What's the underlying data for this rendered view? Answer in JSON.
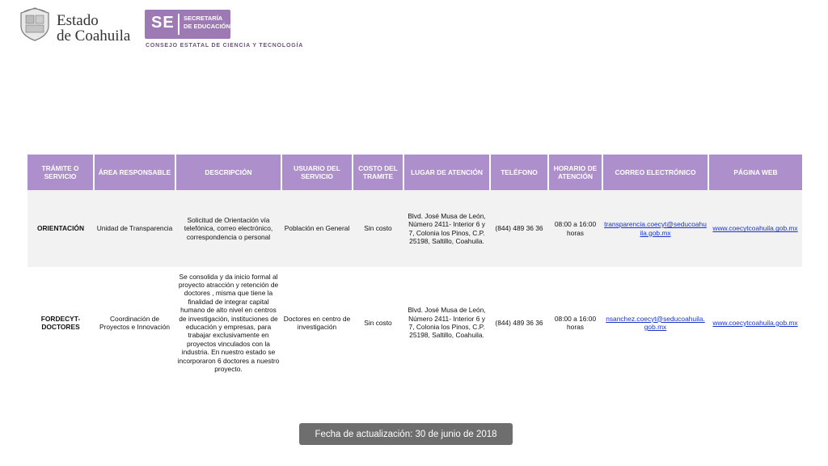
{
  "header": {
    "estado_title": "Estado\nde Coahuila",
    "se_mark": "SE",
    "se_text": "SECRETARÍA\nDE EDUCACIÓN",
    "consejo": "CONSEJO ESTATAL DE CIENCIA Y TECNOLOGÍA",
    "brand_color": "#9d7ab3"
  },
  "table": {
    "header_color": "#ad8fcc",
    "columns": [
      "TRÁMITE O SERVICIO",
      "ÁREA RESPONSABLE",
      "DESCRIPCIÓN",
      "USUARIO DEL SERVICIO",
      "COSTO DEL TRAMITE",
      "LUGAR DE ATENCIÓN",
      "TELÉFONO",
      "HORARIO DE ATENCIÓN",
      "CORREO ELECTRÓNICO",
      "PÁGINA WEB"
    ],
    "rows": [
      {
        "tramite": "ORIENTACIÓN",
        "area": "Unidad de Transparencia",
        "descripcion": "Solicitud de Orientación vía telefónica, correo electrónico, correspondencia o personal",
        "usuario": "Población en General",
        "costo": "Sin costo",
        "lugar": "Blvd. José Musa de León, Número 2411- Interior 6 y 7, Colonia los Pinos, C.P. 25198, Saltillo, Coahuila.",
        "telefono": "(844) 489 36 36",
        "horario": "08:00 a 16:00 horas",
        "correo": "transparencia.coecyt@seducoahuila.gob.mx",
        "web": "www.coecytcoahuila.gob.mx"
      },
      {
        "tramite": "FORDECYT-DOCTORES",
        "area": "Coordinación de Proyectos e Innovación",
        "descripcion": "Se consolida y da inicio formal al proyecto atracción y retención de doctores , misma que tiene la finalidad de integrar capital humano  de alto nivel en centros de investigación, instituciones de educación y empresas, para trabajar exclusivamente en proyectos vinculados con la industria. En nuestro estado se incorporaron 6 doctores a nuestro proyecto.",
        "usuario": "Doctores en centro de investigación",
        "costo": "Sin costo",
        "lugar": "Blvd. José Musa de León, Número 2411- Interior 6 y 7, Colonia los Pinos, C.P. 25198, Saltillo, Coahuila.",
        "telefono": "(844) 489 36 36",
        "horario": "08:00 a 16:00 horas",
        "correo": "nsanchez.coecyt@seducoahuila.gob.mx",
        "web": "www.coecytcoahuila.gob.mx"
      }
    ]
  },
  "footer": {
    "updated": "Fecha de actualización: 30 de junio de 2018"
  }
}
